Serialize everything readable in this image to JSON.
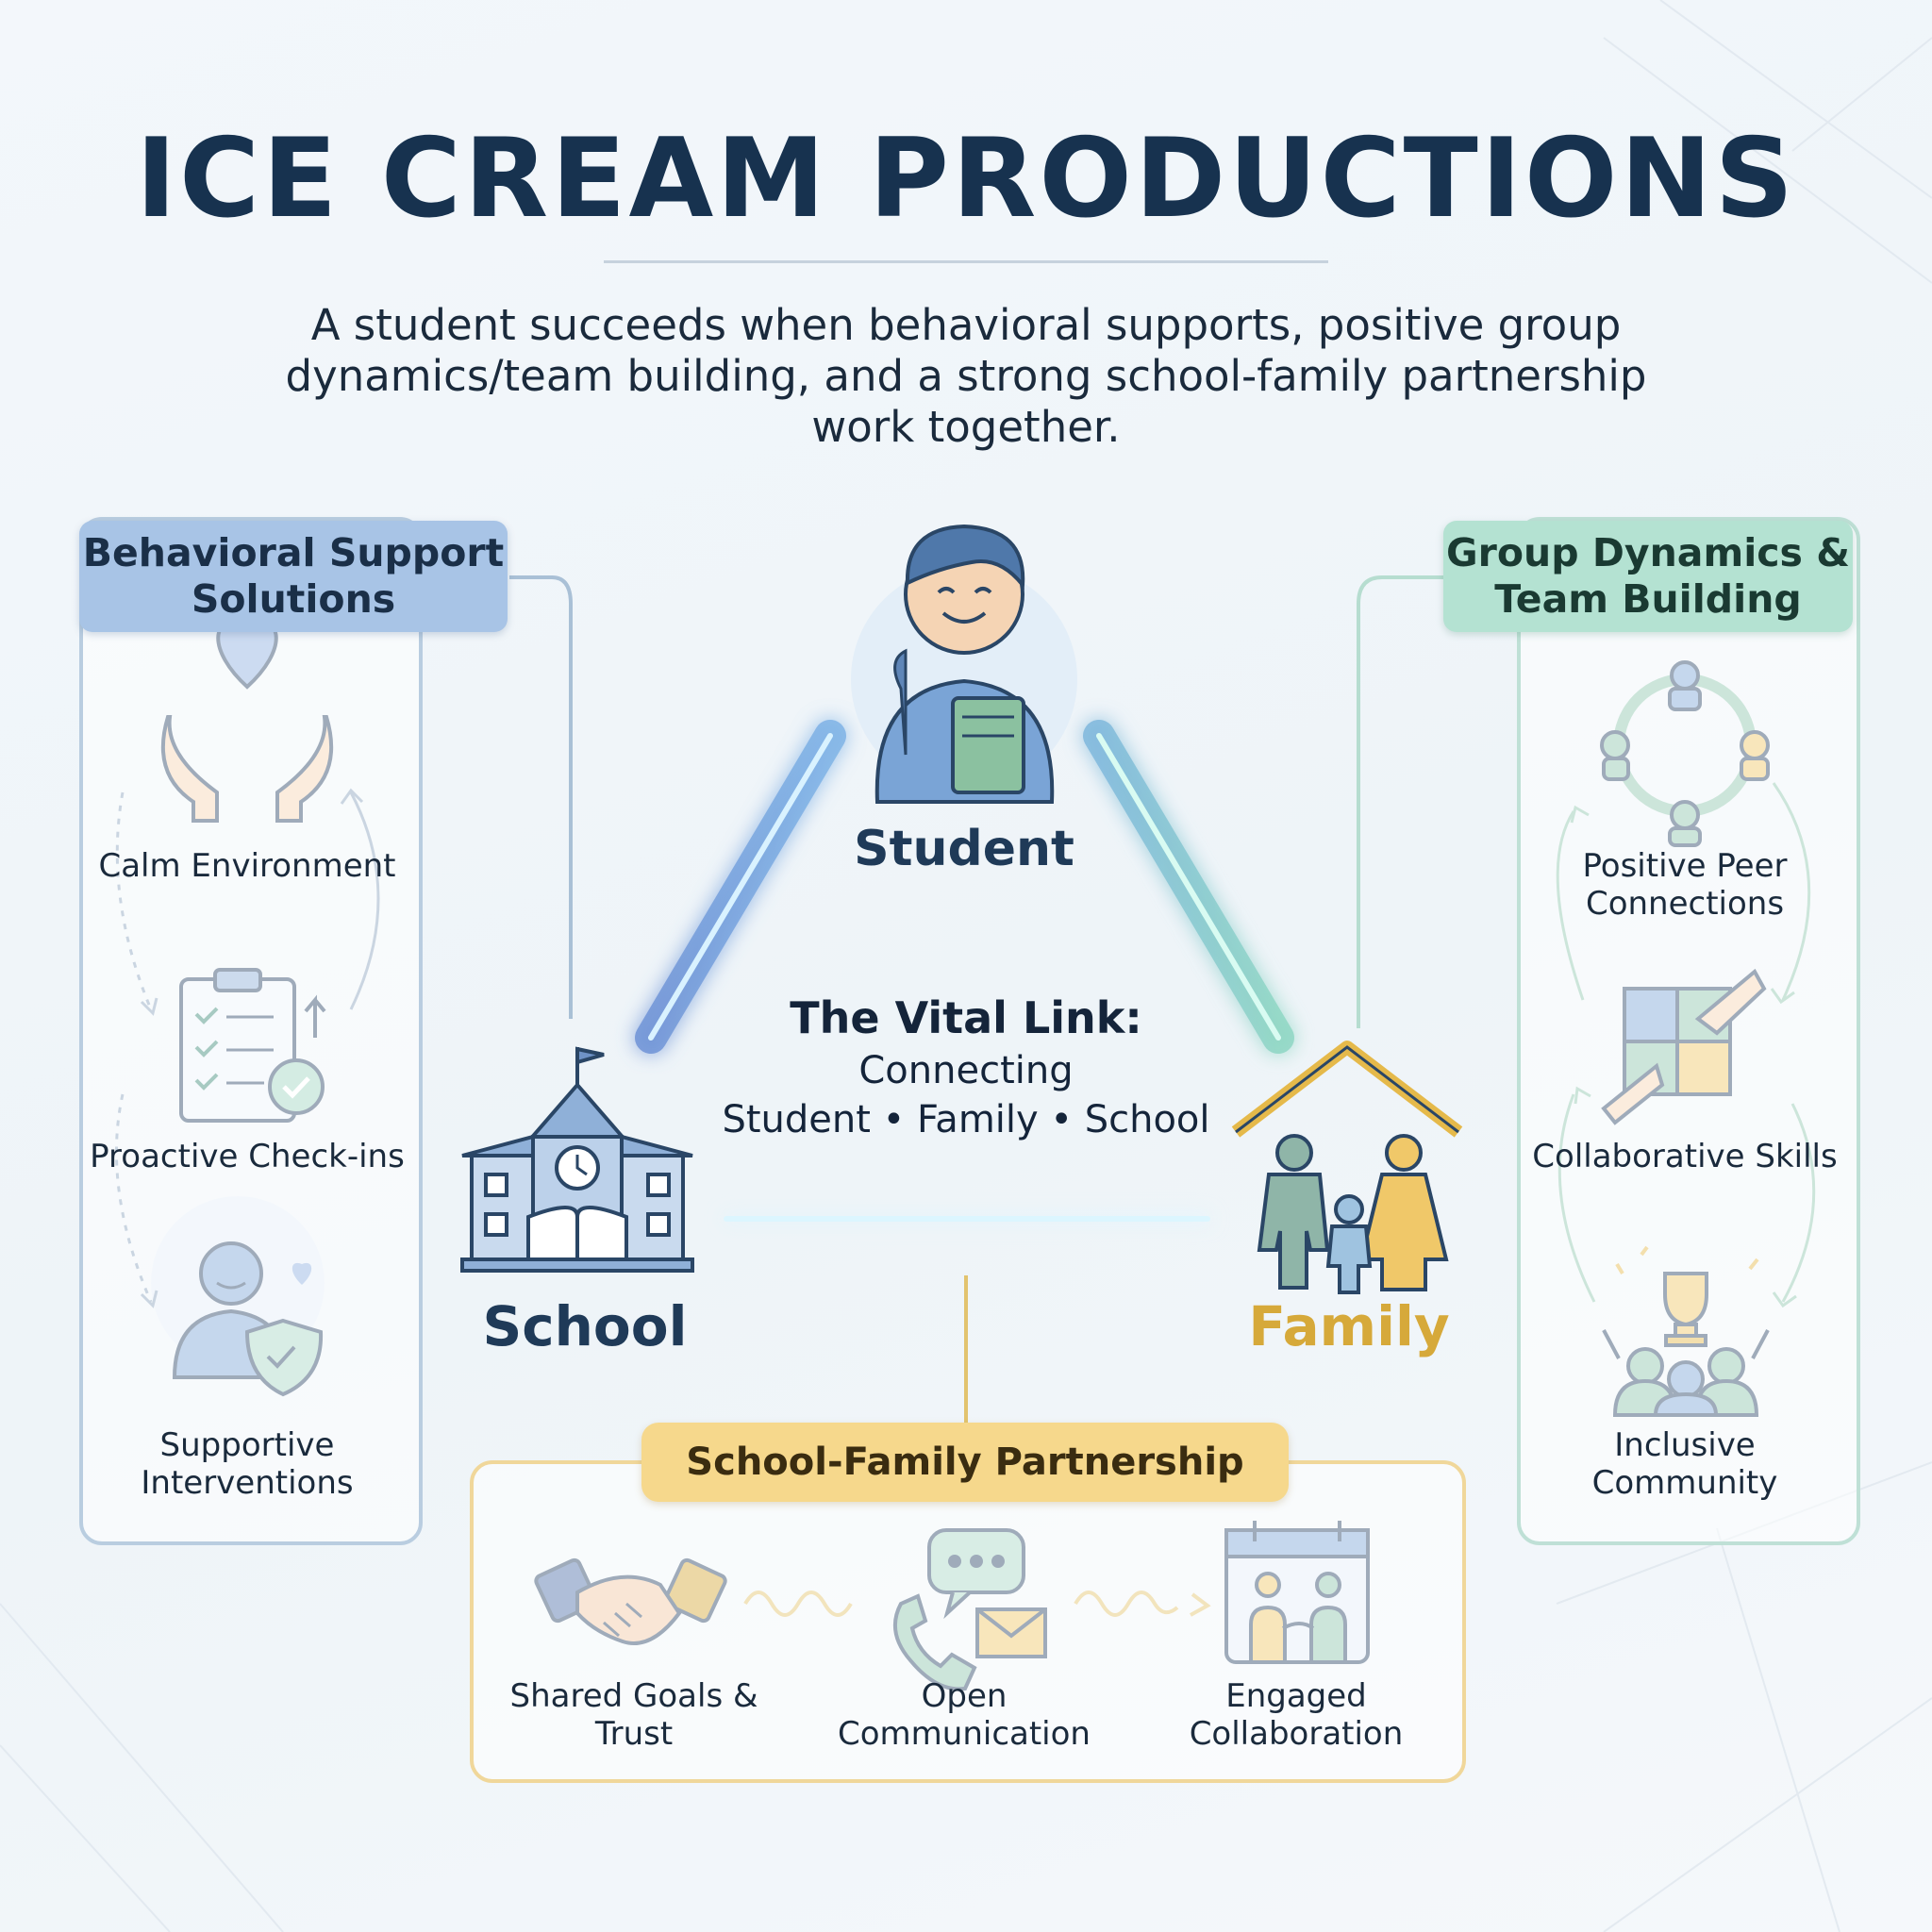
{
  "title": "ICE CREAM PRODUCTIONS",
  "subtitle": "A student succeeds when behavioral supports, positive group dynamics/team building, and a strong school-family partnership work together.",
  "triangle": {
    "student": "Student",
    "school": "School",
    "family": "Family",
    "center_title": "The Vital Link:",
    "center_line1": "Connecting",
    "center_line2": "Student • Family • School"
  },
  "behavioral": {
    "header": "Behavioral Support Solutions",
    "items": [
      {
        "label": "Calm Environment",
        "icon": "hands-heart-icon"
      },
      {
        "label": "Proactive Check-ins",
        "icon": "clipboard-check-icon"
      },
      {
        "label": "Supportive Interventions",
        "icon": "person-shield-icon"
      }
    ]
  },
  "group": {
    "header": "Group Dynamics & Team Building",
    "items": [
      {
        "label": "Positive Peer Connections",
        "icon": "people-circle-icon"
      },
      {
        "label": "Collaborative Skills",
        "icon": "puzzle-hands-icon"
      },
      {
        "label": "Inclusive Community",
        "icon": "trophy-celebration-icon"
      }
    ]
  },
  "partnership": {
    "header": "School-Family Partnership",
    "items": [
      {
        "label": "Shared Goals & Trust",
        "icon": "handshake-icon"
      },
      {
        "label": "Open Communication",
        "icon": "phone-chat-mail-icon"
      },
      {
        "label": "Engaged Collaboration",
        "icon": "calendar-meeting-icon"
      }
    ]
  },
  "colors": {
    "navy": "#17324f",
    "blue": "#a8c4e6",
    "teal": "#b4e2d2",
    "gold": "#f6d88c",
    "family_text": "#d6a93a"
  }
}
